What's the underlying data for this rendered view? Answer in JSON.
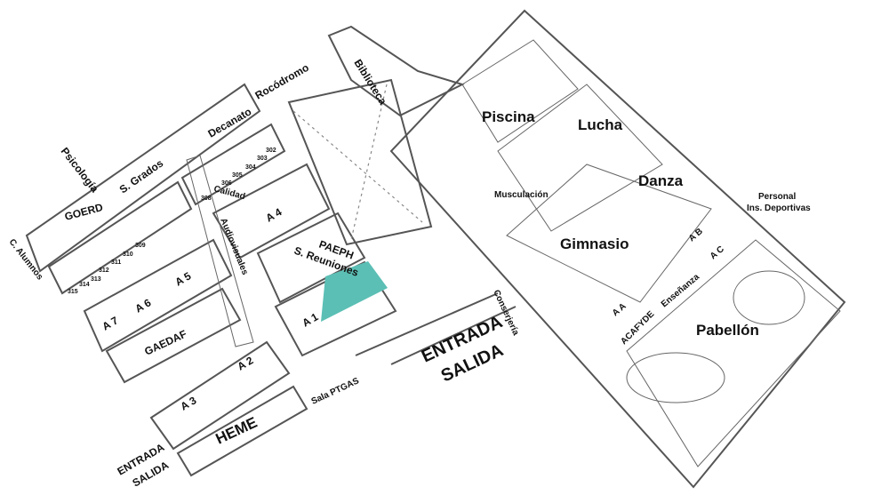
{
  "title": "Plano de instalaciones",
  "highlight_color": "#5bbfb5",
  "labels": {
    "rocodromo": "Rocódromo",
    "biblioteca": "Biblioteca",
    "decanato": "Decanato",
    "psicologia": "Psicología",
    "s_grados": "S. Grados",
    "goerd": "GOERD",
    "c_alumnos": "C. Alumnos",
    "calidad": "Calidad",
    "audiovisuales": "Audiovisuales",
    "a4": "A 4",
    "a5": "A 5",
    "a6": "A 6",
    "a7": "A 7",
    "a1": "A 1",
    "a2": "A 2",
    "a3": "A 3",
    "paeph": "PAEPH",
    "s_reuniones": "S. Reuniones",
    "gaedaf": "GAEDAF",
    "heme": "HEME",
    "sala_ptgas": "Sala PTGAS",
    "entrada_salida_1": "ENTRADA",
    "entrada_salida_2": "SALIDA",
    "entrada_main_1": "ENTRADA",
    "entrada_main_2": "SALIDA",
    "conserjeria": "Conserjería",
    "piscina": "Piscina",
    "lucha": "Lucha",
    "musculacion": "Musculación",
    "danza": "Danza",
    "gimnasio": "Gimnasio",
    "personal_1": "Personal",
    "personal_2": "Ins. Deportivas",
    "ab": "A B",
    "ac": "A C",
    "aa": "A A",
    "acafyde": "ACAFYDE",
    "ensenanza": "Enseñanza",
    "pabellon": "Pabellón"
  },
  "rooms": [
    "302",
    "303",
    "304",
    "305",
    "306",
    "308",
    "309",
    "310",
    "311",
    "312",
    "313",
    "314",
    "315"
  ]
}
